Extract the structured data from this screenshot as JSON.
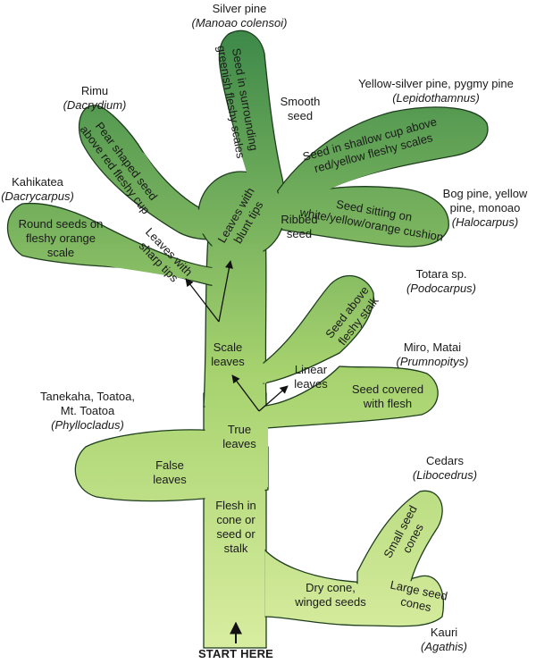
{
  "start_label": "START HERE",
  "colors": {
    "trunk": "#d7ec9f",
    "mid": "#a6d26e",
    "crown": "#3f8a4a",
    "outline": "#1d3d1d",
    "arrow": "#111111"
  },
  "nodes": {
    "flesh": [
      "Flesh in",
      "cone or",
      "seed or",
      "stalk"
    ],
    "false_leaves": [
      "False",
      "leaves"
    ],
    "true_leaves": [
      "True",
      "leaves"
    ],
    "scale_leaves": [
      "Scale",
      "leaves"
    ],
    "linear_leaves": [
      "Linear",
      "leaves"
    ],
    "sharp_tips": [
      "Leaves with",
      "sharp tips"
    ],
    "blunt_tips": [
      "Leaves with",
      "blunt tips"
    ],
    "dry_cone": [
      "Dry cone,",
      "winged seeds"
    ],
    "small_seed": [
      "Small seed",
      "cones"
    ],
    "large_seed": [
      "Large seed",
      "cones"
    ],
    "seed_covered": [
      "Seed covered",
      "with flesh"
    ],
    "seed_above_stalk": [
      "Seed above",
      "fleshy stalk"
    ],
    "round_seeds": [
      "Round seeds on",
      "fleshy orange",
      "scale"
    ],
    "pear_seed": [
      "Pear shaped seed",
      "above red fleshy cup"
    ],
    "seed_surrounding": [
      "Seed in surrounding",
      "greenish fleshy scales"
    ],
    "smooth_seed": [
      "Smooth",
      "seed"
    ],
    "ribbed_seed": [
      "Ribbed",
      "seed"
    ],
    "shallow_cup": [
      "Seed in shallow cup above",
      "red/yellow fleshy scales"
    ],
    "white_cushion": [
      "Seed sitting on",
      "white/yellow/orange cushion"
    ]
  },
  "taxa": {
    "silver_pine": {
      "common": [
        "Silver pine"
      ],
      "latin": "(Manoao colensoi)"
    },
    "rimu": {
      "common": [
        "Rimu"
      ],
      "latin": "(Dacrydium)"
    },
    "kahikatea": {
      "common": [
        "Kahikatea"
      ],
      "latin": "(Dacrycarpus)"
    },
    "yellow_silver": {
      "common": [
        "Yellow-silver pine, pygmy pine"
      ],
      "latin": "(Lepidothamnus)"
    },
    "bog_pine": {
      "common": [
        "Bog pine, yellow",
        "pine, monoao"
      ],
      "latin": "(Halocarpus)"
    },
    "totara": {
      "common": [
        "Totara sp."
      ],
      "latin": "(Podocarpus)"
    },
    "miro": {
      "common": [
        "Miro, Matai"
      ],
      "latin": "(Prumnopitys)"
    },
    "tanekaha": {
      "common": [
        "Tanekaha, Toatoa,",
        "Mt. Toatoa"
      ],
      "latin": "(Phyllocladus)"
    },
    "cedars": {
      "common": [
        "Cedars"
      ],
      "latin": "(Libocedrus)"
    },
    "kauri": {
      "common": [
        "Kauri"
      ],
      "latin": "(Agathis)"
    }
  }
}
